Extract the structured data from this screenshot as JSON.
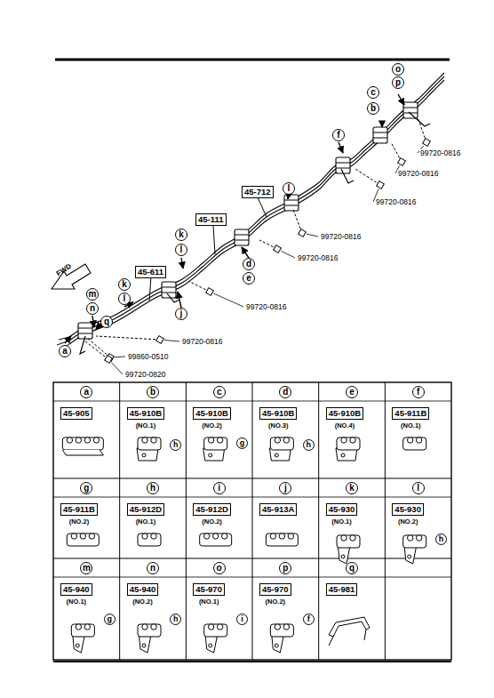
{
  "diagram": {
    "nodes": [
      {
        "text": [
          "45-712"
        ]
      },
      {
        "text": [
          "45-111"
        ]
      },
      {
        "text": [
          "45-611"
        ]
      },
      {
        "text": [
          "a",
          "45-905"
        ]
      },
      {
        "text": [
          "b",
          "45-910B",
          "(NO.1)",
          "h"
        ]
      },
      {
        "text": [
          "c",
          "45-910B",
          "(NO.2)",
          "g"
        ]
      },
      {
        "text": [
          "d",
          "45-910B",
          "(NO.3)",
          "h"
        ]
      },
      {
        "text": [
          "e",
          "45-910B",
          "(NO.4)"
        ]
      },
      {
        "text": [
          "f",
          "45-911B",
          "(NO.1)"
        ]
      },
      {
        "text": [
          "g",
          "45-911B",
          "(NO.2)"
        ]
      },
      {
        "text": [
          "h",
          "45-912D",
          "(NO.1)"
        ]
      },
      {
        "text": [
          "i",
          "45-912D",
          "(NO.2)"
        ]
      },
      {
        "text": [
          "j",
          "45-913A"
        ]
      },
      {
        "text": [
          "k",
          "45-930",
          "(NO.1)"
        ]
      },
      {
        "text": [
          "l",
          "45-930",
          "(NO.2)",
          "h"
        ]
      },
      {
        "text": [
          "m",
          "45-940",
          "(NO.1)",
          "g"
        ]
      },
      {
        "text": [
          "n",
          "45-940",
          "(NO.2)",
          "h"
        ]
      },
      {
        "text": [
          "o",
          "45-970",
          "(NO.1)",
          "i"
        ]
      },
      {
        "text": [
          "p",
          "45-970",
          "(NO.2)",
          "f"
        ]
      },
      {
        "text": [
          "q",
          "45-981"
        ]
      }
    ],
    "labels": [
      "o",
      "p",
      "c",
      "b",
      "99720-0816",
      "f",
      "99720-0816",
      "99720-0816",
      "l",
      "99720-0816",
      "k",
      "l",
      "d",
      "e",
      "99720-0816",
      "k",
      "l",
      "j",
      "99720-0816",
      "m",
      "n",
      "q",
      "a",
      "99720-0816",
      "99860-0510",
      "99720-0820",
      "FWD"
    ]
  }
}
